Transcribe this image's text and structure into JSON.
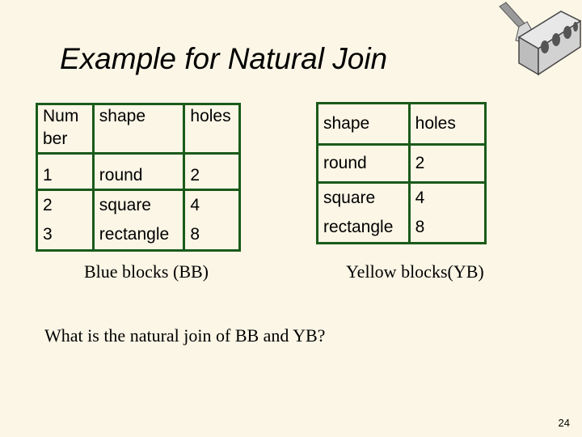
{
  "slide": {
    "title": "Example for Natural Join",
    "page_number": "24"
  },
  "blue_blocks": {
    "caption": "Blue blocks (BB)",
    "headers": [
      "Num ber",
      "shape",
      "holes"
    ],
    "rows": [
      {
        "number": "1",
        "shape": "round",
        "holes": "2"
      },
      {
        "number": "2\n3",
        "shape": "square\nrectangle",
        "holes": "4\n8"
      }
    ]
  },
  "yellow_blocks": {
    "caption": "Yellow blocks(YB)",
    "headers": [
      "shape",
      "holes"
    ],
    "rows": [
      {
        "shape": "round",
        "holes": "2"
      },
      {
        "shape": "square\nrectangle",
        "holes": "4\n8"
      }
    ]
  },
  "question": "What is the natural join of BB and YB?",
  "colors": {
    "background": "#fbf6e6",
    "table_border": "#1a5a1a",
    "text": "#000000"
  },
  "icons": [
    "brick-and-trowel-icon"
  ]
}
